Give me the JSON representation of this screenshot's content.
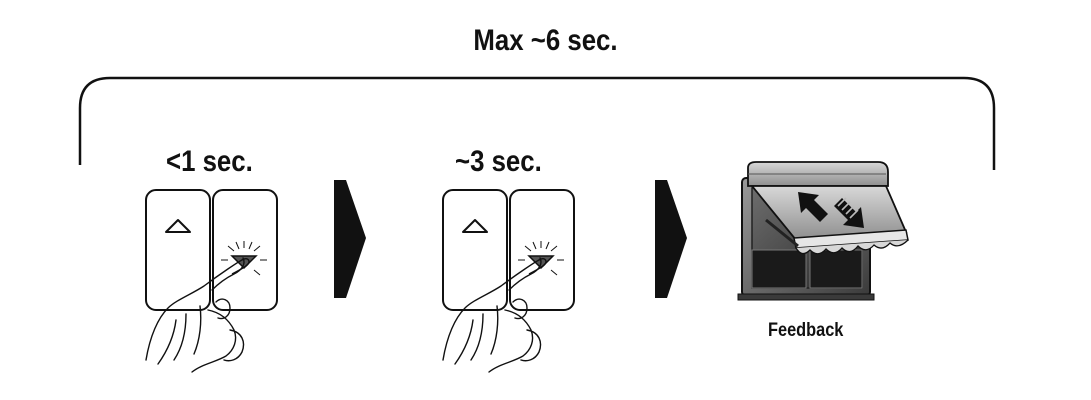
{
  "diagram": {
    "title": "Max ~6 sec.",
    "steps": [
      {
        "label": "<1 sec."
      },
      {
        "label": "~3 sec."
      },
      {
        "label": "Feedback"
      }
    ]
  }
}
